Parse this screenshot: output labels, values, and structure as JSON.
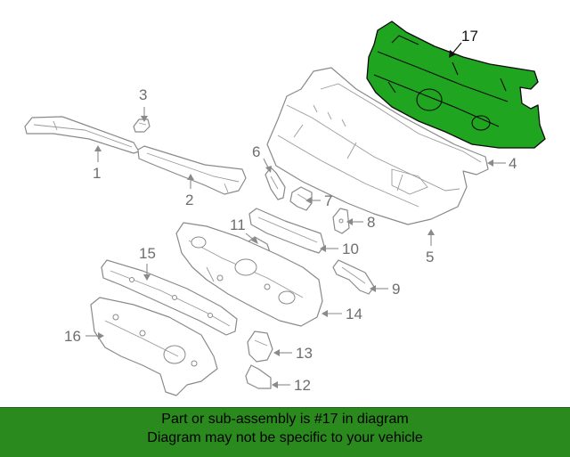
{
  "diagram": {
    "callouts": [
      "1",
      "2",
      "3",
      "4",
      "5",
      "6",
      "7",
      "8",
      "9",
      "10",
      "11",
      "12",
      "13",
      "14",
      "15",
      "16",
      "17"
    ],
    "highlighted_part": "17",
    "highlight_color": "#1fa51f"
  },
  "banner": {
    "line1": "Part or sub-assembly is #17 in diagram",
    "line2": "Diagram may not be specific to your vehicle",
    "background_color": "#2a8a1e"
  }
}
